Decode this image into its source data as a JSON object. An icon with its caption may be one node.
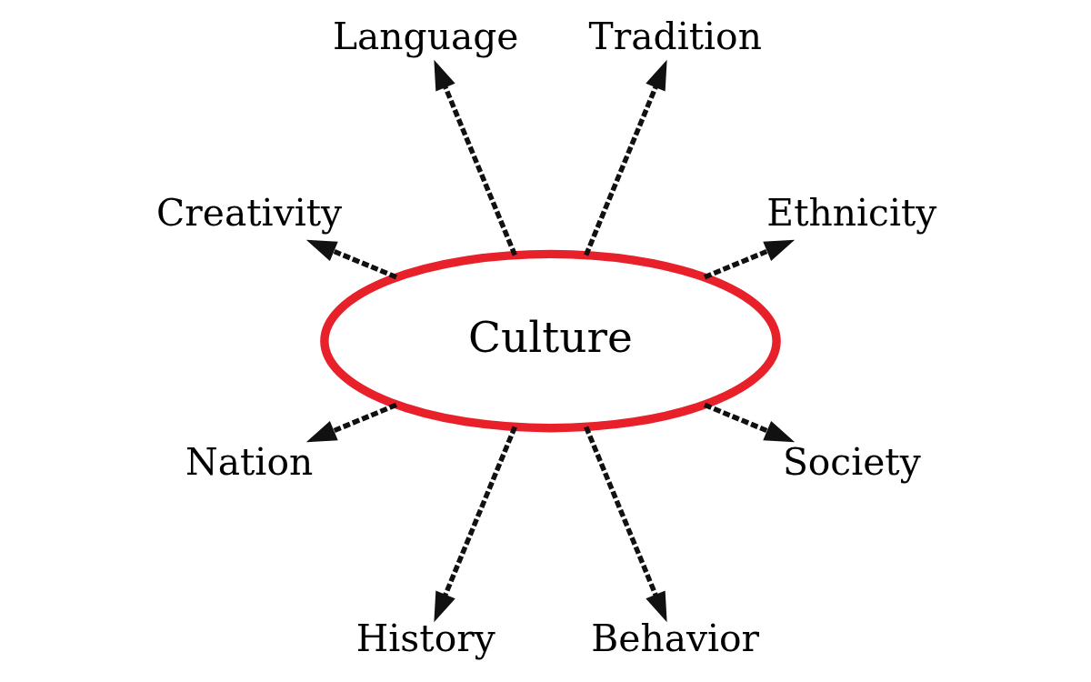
{
  "diagram": {
    "nodes": [
      {
        "text": [
          "Language"
        ]
      },
      {
        "text": [
          "Tradition"
        ]
      },
      {
        "text": [
          "Creativity"
        ]
      },
      {
        "text": [
          "Ethnicity"
        ]
      },
      {
        "text": [
          "Culture"
        ]
      },
      {
        "text": [
          "Society"
        ]
      },
      {
        "text": [
          "Nation"
        ]
      },
      {
        "text": [
          "Behavior"
        ]
      },
      {
        "text": [
          "History"
        ]
      }
    ],
    "edges": [
      {
        "from": 4,
        "to": 1,
        "arrow": "to",
        "style": "dashed"
      },
      {
        "from": 4,
        "to": 3,
        "arrow": "to",
        "style": "dashed"
      },
      {
        "from": 4,
        "to": 5,
        "arrow": "to",
        "style": "dashed"
      },
      {
        "from": 4,
        "to": 7,
        "arrow": "to",
        "style": "dashed"
      },
      {
        "from": 4,
        "to": 8,
        "arrow": "to",
        "style": "dashed"
      },
      {
        "from": 4,
        "to": 6,
        "arrow": "to",
        "style": "dashed"
      },
      {
        "from": 4,
        "to": 2,
        "arrow": "to",
        "style": "dashed"
      },
      {
        "from": 4,
        "to": 0,
        "arrow": "to",
        "style": "dashed"
      }
    ]
  }
}
